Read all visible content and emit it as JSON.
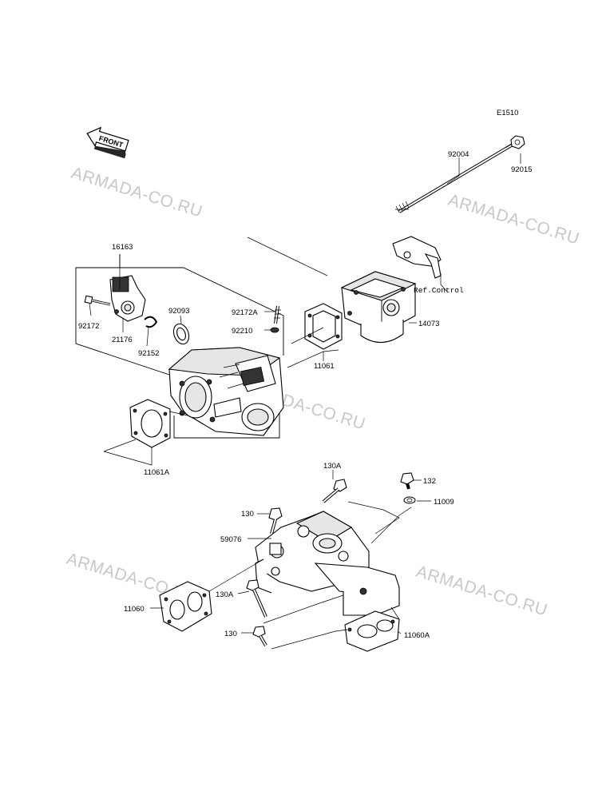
{
  "diagram_code": "E1510",
  "front_arrow_label": "FRONT",
  "watermark_text": "ARMADA-CO.RU",
  "reference_note": "Ref.Control",
  "part_numbers": {
    "p16163": "16163",
    "p92172": "92172",
    "p21176": "21176",
    "p92152": "92152",
    "p92093": "92093",
    "p92172A": "92172A",
    "p92210": "92210",
    "p11061": "11061",
    "p11061A": "11061A",
    "p92004": "92004",
    "p92015": "92015",
    "p14073": "14073",
    "p130A_top": "130A",
    "p130_top": "130",
    "p59076": "59076",
    "p132": "132",
    "p11009": "11009",
    "p11060": "11060",
    "p130A_low": "130A",
    "p130_low": "130",
    "p11060A": "11060A"
  }
}
